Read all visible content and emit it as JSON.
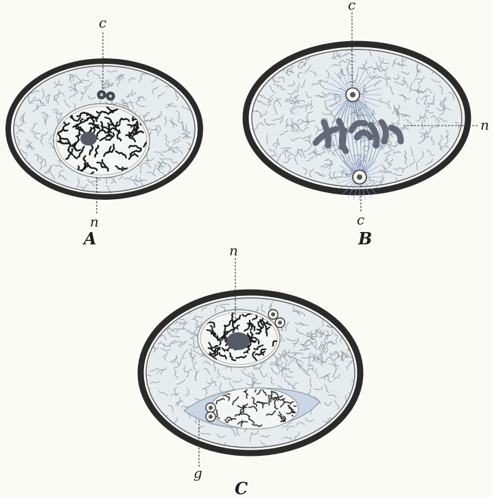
{
  "figure": {
    "panels": [
      {
        "id": "A",
        "label": "A",
        "pointer_labels": {
          "top": "c",
          "bottom": "n"
        },
        "parts": [
          "cell-wall",
          "cytoplasm-reticulum",
          "nucleus",
          "chromatin-network",
          "nucleolus",
          "centrosome-pair"
        ]
      },
      {
        "id": "B",
        "label": "B",
        "pointer_labels": {
          "top": "c",
          "right": "n",
          "bottom": "c"
        },
        "parts": [
          "cell-wall",
          "cytoplasm-reticulum",
          "aster",
          "spindle-fibers",
          "chromosomes"
        ]
      },
      {
        "id": "C",
        "label": "C",
        "pointer_labels": {
          "top": "n",
          "bottom": "g"
        },
        "parts": [
          "cell-wall",
          "cytoplasm-reticulum",
          "nucleus",
          "chromatin-network",
          "nucleolus",
          "centrosome-pair",
          "lens-shaped-body",
          "centrosome-pair"
        ]
      }
    ],
    "colors": {
      "paper": "#fbfbf6",
      "wall": "#2a2a2a",
      "ink": "#3a3a3a",
      "cytoplasm": "#e8eef2",
      "nucleolus": "#555a66",
      "chromosome": "#5a6070",
      "spindle": "#7d8fb8",
      "lens": "#c8d6e6"
    }
  }
}
